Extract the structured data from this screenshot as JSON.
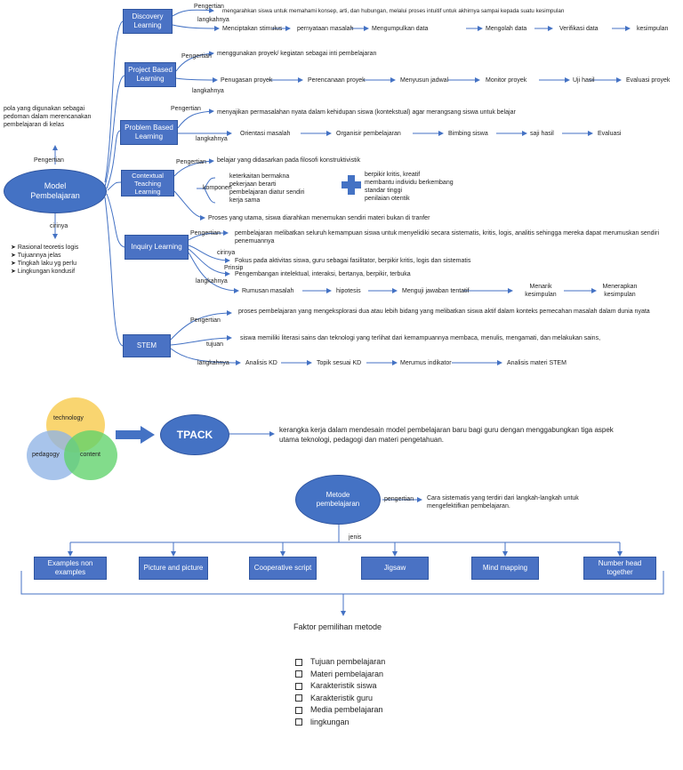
{
  "center": {
    "label": "Model Pembelajaran"
  },
  "left": {
    "pengertian_label": "Pengertian",
    "pengertian_text": "pola yang digunakan sebagai pedoman dalam merencanakan pembelajaran di kelas",
    "cirinya_label": "cirinya",
    "ciri": [
      "Rasional teoretis logis",
      "Tujuannya jelas",
      "Tingkah laku yg perlu",
      "Lingkungan kondusif"
    ]
  },
  "models": {
    "discovery": {
      "title": "Discovery Learning",
      "pengertian_label": "Pengertian",
      "pengertian": "mengarahkan siswa untuk memahami konsep, arti, dan hubungan, melalui proses intuitif untuk akhirnya sampai kepada suatu kesimpulan",
      "langkah_label": "langkahnya",
      "steps": [
        "Menciptakan stimulus",
        "pernyataan masalah",
        "Mengumpulkan data",
        "Mengolah data",
        "Verifikasi data",
        "kesimpulan"
      ]
    },
    "pjbl": {
      "title": "Project Based Learning",
      "pengertian_label": "Pengertian",
      "pengertian": "menggunakan proyek/ kegiatan sebagai inti pembelajaran",
      "langkah_label": "langkahnya",
      "steps": [
        "Penugasan proyek",
        "Perencanaan proyek",
        "Menyusun jadwal",
        "Monitor proyek",
        "Uji hasil",
        "Evaluasi proyek"
      ]
    },
    "pbl": {
      "title": "Problem Based Learning",
      "pengertian_label": "Pengertian",
      "pengertian": "menyajikan permasalahan nyata dalam kehidupan siswa (kontekstual) agar merangsang siswa untuk belajar",
      "langkah_label": "langkahnya",
      "steps": [
        "Orientasi masalah",
        "Organisir pembelajaran",
        "Bimbing siswa",
        "saji hasil",
        "Evaluasi"
      ]
    },
    "ctl": {
      "title": "Contextual Teaching Learning",
      "pengertian_label": "Pengertian",
      "pengertian": "belajar yang didasarkan pada filosofi konstruktivistik",
      "komponen_label": "komponen",
      "komponen_left": "keterkaitan bermakna\npekerjaan berarti\npembelajaran diatur sendiri\nkerja sama",
      "komponen_right": "berpikir kritis, kreatif\nmembantu individu berkembang\nstandar tinggi\npenilaian otentik",
      "extra": "Proses yang utama, siswa diarahkan menemukan sendiri materi bukan di tranfer"
    },
    "inquiry": {
      "title": "Inquiry Learning",
      "pengertian_label": "Pengertian",
      "pengertian": "pembelajaran melibatkan seluruh kemampuan siswa untuk menyelidiki secara sistematis, kritis, logis, analitis sehingga mereka dapat merumuskan sendiri penemuannya",
      "ciri_label": "cirinya",
      "ciri": "Fokus pada aktivitas siswa, guru sebagai fasilitator, berpikir kritis, logis dan sistematis",
      "prinsip_label": "Prinsip",
      "prinsip": "Pengembangan intelektual, interaksi, bertanya, berpikir, terbuka",
      "langkah_label": "langkahnya",
      "steps": [
        "Rumusan masalah",
        "hipotesis",
        "Menguji jawaban tentatif",
        "Menarik kesimpulan",
        "Menerapkan kesimpulan"
      ]
    },
    "stem": {
      "title": "STEM",
      "pengertian_label": "Pengertian",
      "pengertian": "proses pembelajaran yang mengeksplorasi dua atau lebih bidang yang melibatkan siswa aktif dalam konteks pemecahan masalah dalam dunia nyata",
      "tujuan_label": "tujuan",
      "tujuan": "siswa memiliki literasi sains dan teknologi yang terlihat dari kemampuannya membaca, menulis, mengamati, dan melakukan sains,",
      "langkah_label": "langkahnya",
      "steps": [
        "Analisis KD",
        "Topik sesuai KD",
        "Merumus indikator",
        "Analisis materi STEM"
      ]
    }
  },
  "tpack": {
    "venn": [
      "technology",
      "pedagogy",
      "content"
    ],
    "title": "TPACK",
    "desc": "kerangka kerja dalam mendesain model pembelajaran baru bagi guru dengan menggabungkan tiga aspek utama teknologi, pedagogi dan materi pengetahuan."
  },
  "metode": {
    "title": "Metode pembelajaran",
    "pengertian_label": "pengertian",
    "pengertian": "Cara sistematis yang terdiri dari langkah-langkah untuk mengefektifkan pembelajaran.",
    "jenis_label": "jenis",
    "jenis": [
      "Examples non examples",
      "Picture and picture",
      "Cooperative script",
      "Jigsaw",
      "Mind mapping",
      "Number head together"
    ],
    "faktor_title": "Faktor pemilihan metode",
    "faktor": [
      "Tujuan pembelajaran",
      "Materi pembelajaran",
      "Karakteristik siswa",
      "Karakteristik guru",
      "Media pembelajaran",
      "lingkungan"
    ]
  },
  "colors": {
    "box": "#4a72c4",
    "line": "#4472c4",
    "venn_tech": "#f7c948",
    "venn_ped": "#8fb3e6",
    "venn_content": "#5fd26a"
  }
}
